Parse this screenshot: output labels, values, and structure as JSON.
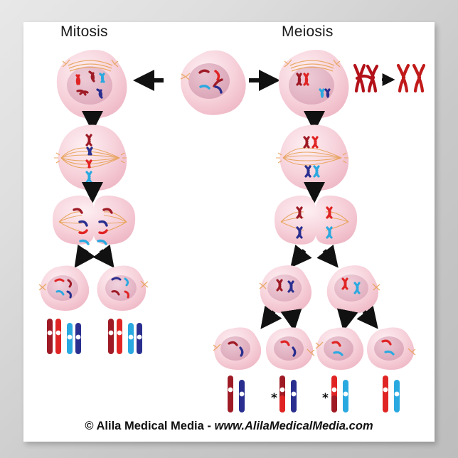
{
  "poster": {
    "background_color": "#c9c9c9",
    "canvas_color": "#ffffff",
    "title_left": "Mitosis",
    "title_right": "Meiosis",
    "credit_symbol": "©",
    "credit_owner": "Alila Medical Media",
    "credit_separator": "-",
    "credit_url": "www.AlilaMedicalMedia.com"
  },
  "colors": {
    "chromosome_dark_red": "#9e1b26",
    "chromosome_red": "#e02424",
    "chromosome_dark_blue": "#2a2f8f",
    "chromosome_light_blue": "#2aa9e0",
    "cell_membrane": "#f3c3cd",
    "cell_cytoplasm": "#f6d2da",
    "nucleus": "#d99bb0",
    "spindle": "#e8a45c",
    "centrosome": "#e8a45c",
    "arrow_black": "#111111",
    "text": "#1a1a1a"
  },
  "diagram": {
    "type": "biology-process-diagram",
    "parent_cell": {
      "name": "parent-cell",
      "position": "center-top",
      "chromosome_count": 4,
      "chromosome_colors": [
        "#9e1b26",
        "#e02424",
        "#2aa9e0",
        "#2a2f8f"
      ]
    },
    "arrows": {
      "to_mitosis": "left-arrow",
      "to_meiosis": "right-arrow"
    },
    "crossing_over": {
      "name": "crossing-over-inset",
      "label_arrow": "right-arrow",
      "before_state": "homologous pair with chiasma",
      "after_state": "recombinant chromosomes",
      "color": "#c11a1a"
    },
    "mitosis_stages": [
      {
        "stage": 1,
        "name": "prophase",
        "chromosomes": 4
      },
      {
        "stage": 2,
        "name": "metaphase",
        "chromosomes": 4
      },
      {
        "stage": 3,
        "name": "anaphase",
        "chromosomes": 8
      },
      {
        "stage": 4,
        "name": "daughter-cells",
        "count": 2,
        "chromosomes_each": 4
      }
    ],
    "meiosis_stages": [
      {
        "stage": 1,
        "name": "prophase-I",
        "chromosomes": 4
      },
      {
        "stage": 2,
        "name": "metaphase-I",
        "chromosomes": 4
      },
      {
        "stage": 3,
        "name": "anaphase-I",
        "chromosomes": 4
      },
      {
        "stage": 4,
        "name": "meiosis-II-cells",
        "count": 2,
        "chromosomes_each": 2
      },
      {
        "stage": 5,
        "name": "gametes",
        "count": 4,
        "chromosomes_each": 2
      }
    ],
    "mitosis_karyotypes": [
      {
        "label": "daughter-1",
        "chromosomes": [
          "#9e1b26",
          "#e02424",
          "#2aa9e0",
          "#2a2f8f"
        ]
      },
      {
        "label": "daughter-2",
        "chromosomes": [
          "#9e1b26",
          "#e02424",
          "#2aa9e0",
          "#2a2f8f"
        ]
      }
    ],
    "meiosis_karyotypes": [
      {
        "label": "gamete-1",
        "recombinant": false,
        "marker": "",
        "chromosomes": [
          "#9e1b26",
          "#2a2f8f"
        ]
      },
      {
        "label": "gamete-2",
        "recombinant": true,
        "marker": "*",
        "chromosomes": [
          "#9e1b26",
          "#2a2f8f"
        ]
      },
      {
        "label": "gamete-3",
        "recombinant": true,
        "marker": "*",
        "chromosomes": [
          "#e02424",
          "#2aa9e0"
        ]
      },
      {
        "label": "gamete-4",
        "recombinant": false,
        "marker": "",
        "chromosomes": [
          "#e02424",
          "#2aa9e0"
        ]
      }
    ]
  }
}
